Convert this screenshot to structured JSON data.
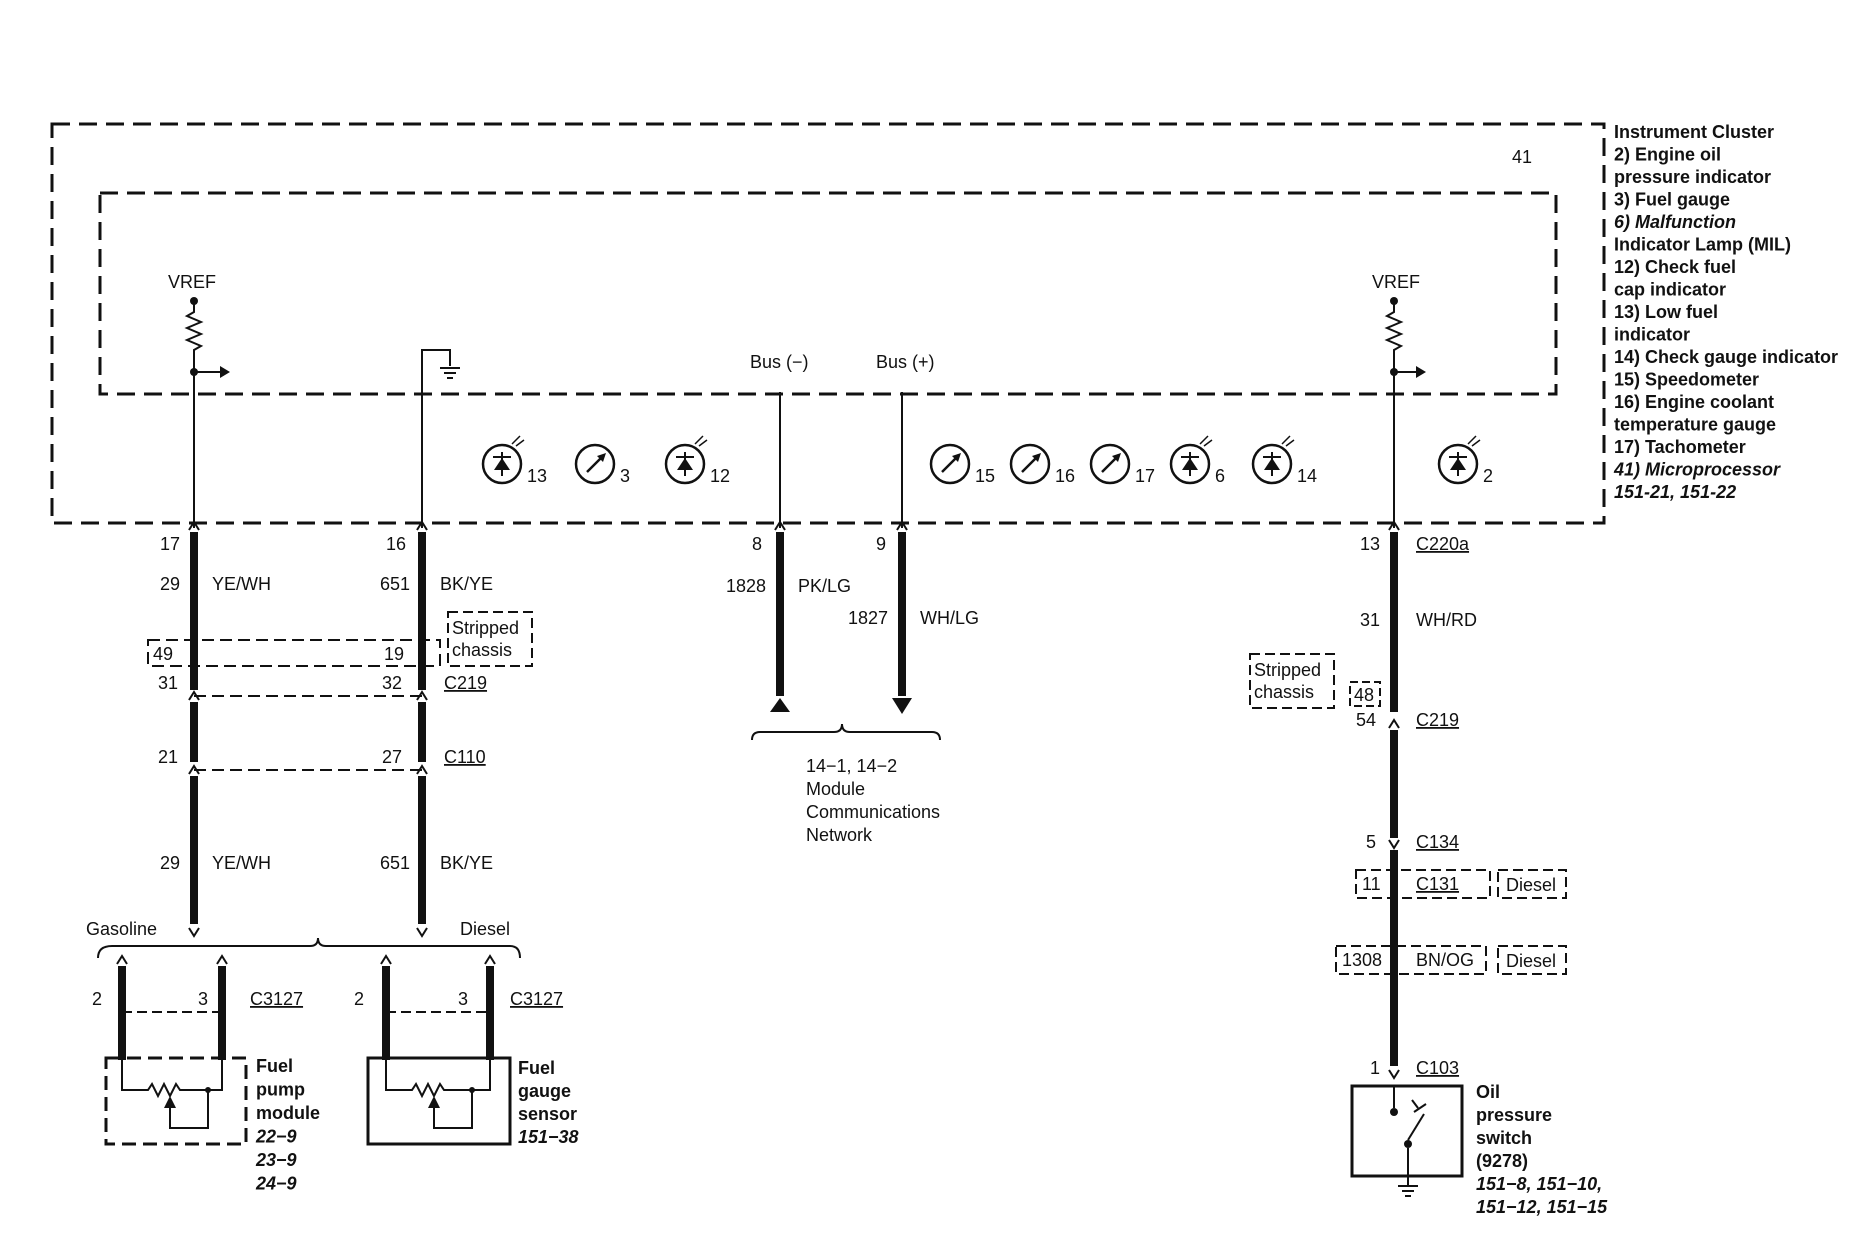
{
  "cluster": {
    "ref_number": "41",
    "legend": [
      "Instrument Cluster",
      "2) Engine oil",
      "pressure indicator",
      "3) Fuel gauge",
      "6) Malfunction",
      "Indicator Lamp (MIL)",
      "12) Check fuel",
      "cap indicator",
      "13) Low fuel",
      "indicator",
      "14) Check gauge indicator",
      "15) Speedometer",
      "16) Engine coolant",
      "temperature gauge",
      "17) Tachometer",
      "41) Microprocessor",
      "151-21, 151-22"
    ],
    "vref_left": "VREF",
    "vref_right": "VREF",
    "bus_minus": "Bus (−)",
    "bus_plus": "Bus (+)",
    "indicators": [
      {
        "label": "13",
        "kind": "lamp"
      },
      {
        "label": "3",
        "kind": "gauge"
      },
      {
        "label": "12",
        "kind": "lamp"
      },
      {
        "label": "15",
        "kind": "gauge"
      },
      {
        "label": "16",
        "kind": "gauge"
      },
      {
        "label": "17",
        "kind": "gauge"
      },
      {
        "label": "6",
        "kind": "lamp"
      },
      {
        "label": "14",
        "kind": "lamp"
      },
      {
        "label": "2",
        "kind": "lamp"
      }
    ]
  },
  "wires": {
    "fuel_left": {
      "pin": "17",
      "circuit": "29",
      "color": "YE/WH",
      "stripped_pin": "49",
      "c219_pin": "31",
      "c110_pin": "21",
      "lower_circuit": "29",
      "lower_color": "YE/WH"
    },
    "fuel_right": {
      "pin": "16",
      "circuit": "651",
      "color": "BK/YE",
      "stripped_pin": "19",
      "c219_pin": "32",
      "c110_pin": "27",
      "lower_circuit": "651",
      "lower_color": "BK/YE"
    },
    "bus_minus": {
      "pin": "8",
      "circuit": "1828",
      "color": "PK/LG"
    },
    "bus_plus": {
      "pin": "9",
      "circuit": "1827",
      "color": "WH/LG"
    },
    "oil": {
      "pin": "13",
      "connector": "C220a",
      "circuit": "31",
      "color": "WH/RD",
      "stripped_pin": "48",
      "c219_pin": "54",
      "c134_pin": "5",
      "c131_pin": "11",
      "diesel_circuit": "1308",
      "diesel_color": "BN/OG",
      "c103_pin": "1"
    }
  },
  "connectors": {
    "c219": "C219",
    "c110": "C110",
    "c219_oil": "C219",
    "c134": "C134",
    "c131": "C131",
    "c103": "C103",
    "c3127_left": "C3127",
    "c3127_right": "C3127"
  },
  "labels": {
    "stripped_chassis_line1": "Stripped",
    "stripped_chassis_line2": "chassis",
    "stripped_chassis2_line1": "Stripped",
    "stripped_chassis2_line2": "chassis",
    "diesel_tag1": "Diesel",
    "diesel_tag2": "Diesel",
    "gasoline": "Gasoline",
    "diesel": "Diesel",
    "network_line1": "14−1, 14−2",
    "network_line2": "Module",
    "network_line3": "Communications",
    "network_line4": "Network"
  },
  "components": {
    "fuel_pump": {
      "pin_left": "2",
      "pin_right": "3",
      "name": [
        "Fuel",
        "pump",
        "module"
      ],
      "refs": [
        "22−9",
        "23−9",
        "24−9"
      ]
    },
    "fuel_sensor": {
      "pin_left": "2",
      "pin_right": "3",
      "name": [
        "Fuel",
        "gauge",
        "sensor"
      ],
      "refs": [
        "151−38"
      ]
    },
    "oil_switch": {
      "name": [
        "Oil",
        "pressure",
        "switch",
        "(9278)"
      ],
      "refs": [
        "151−8, 151−10,",
        "151−12, 151−15"
      ]
    }
  }
}
